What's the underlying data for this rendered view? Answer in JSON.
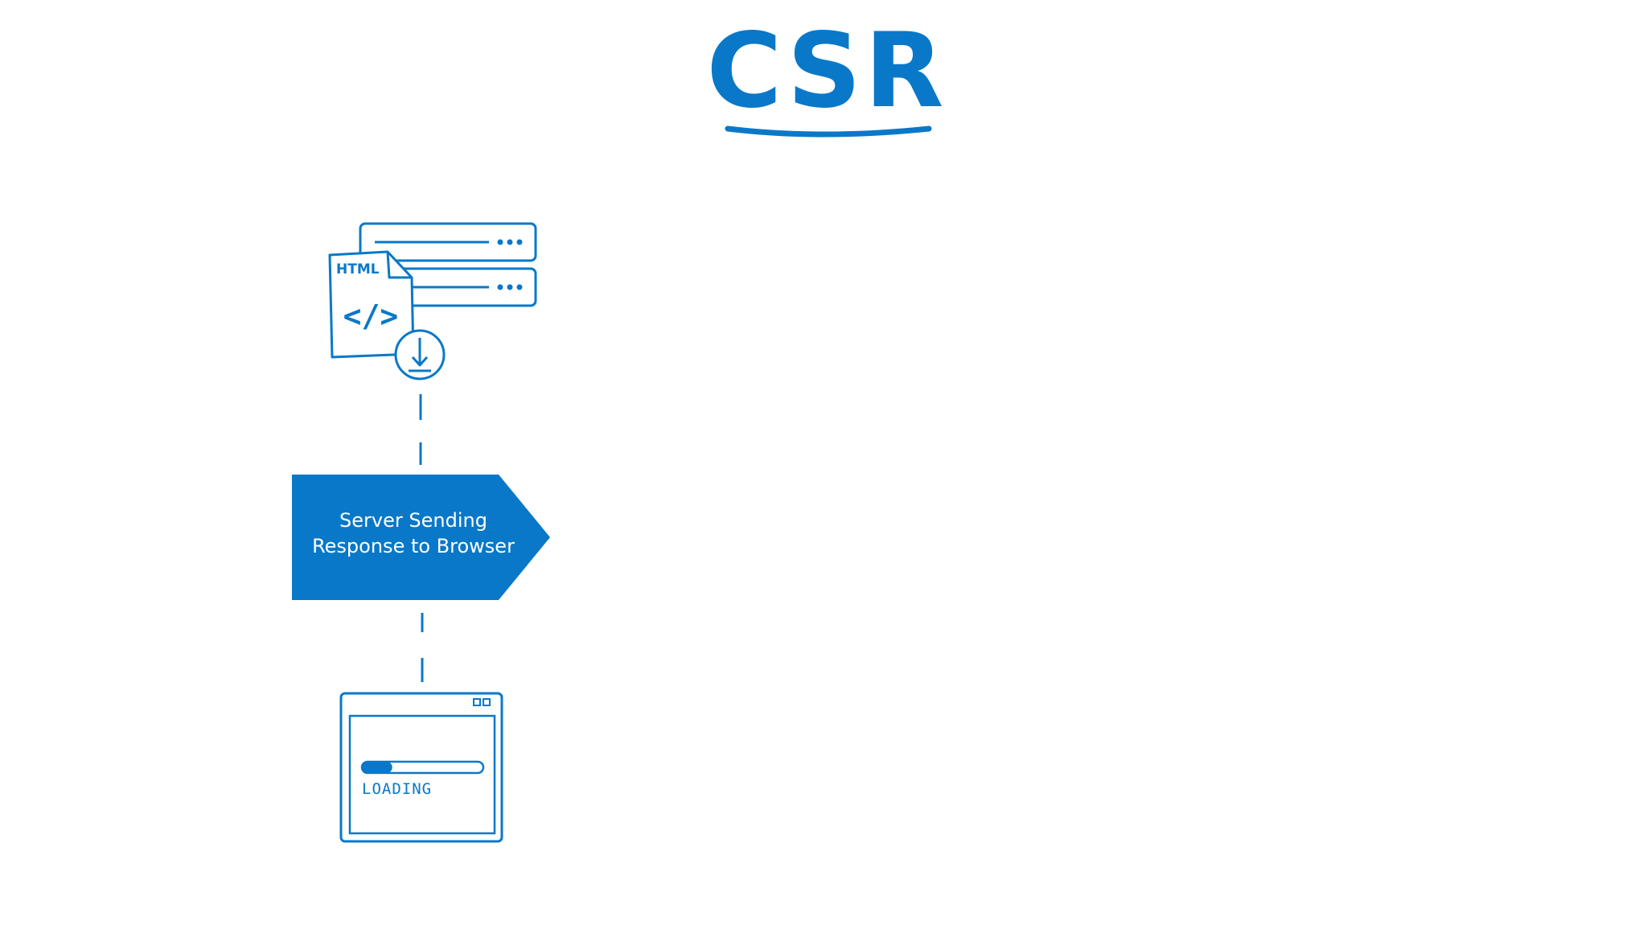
{
  "diagram": {
    "title": "CSR",
    "accent_color": "#0a78c8",
    "server_icon": {
      "file_label": "HTML",
      "code_symbol": "</>"
    },
    "step": {
      "line1": "Server Sending",
      "line2": "Response to Browser"
    },
    "browser_icon": {
      "status_label": "LOADING",
      "progress": 0.25
    }
  }
}
